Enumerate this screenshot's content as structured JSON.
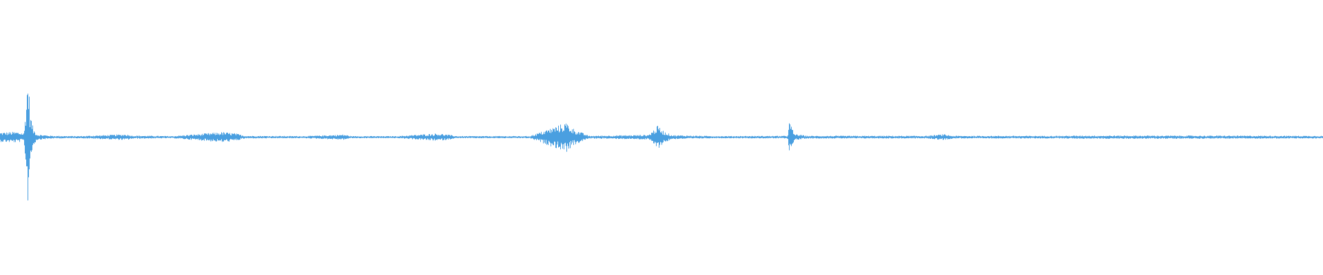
{
  "waveform": {
    "color": "#4a9fe0",
    "baseline_color": "#5aa9e6",
    "background": "#ffffff",
    "envelope": [
      [
        0.0,
        0.035
      ],
      [
        0.012,
        0.04
      ],
      [
        0.018,
        0.03
      ],
      [
        0.021,
        0.5
      ],
      [
        0.0225,
        0.18
      ],
      [
        0.025,
        0.06
      ],
      [
        0.028,
        0.02
      ],
      [
        0.04,
        0.01
      ],
      [
        0.06,
        0.008
      ],
      [
        0.095,
        0.022
      ],
      [
        0.1,
        0.012
      ],
      [
        0.13,
        0.008
      ],
      [
        0.158,
        0.03
      ],
      [
        0.168,
        0.038
      ],
      [
        0.178,
        0.028
      ],
      [
        0.185,
        0.01
      ],
      [
        0.23,
        0.008
      ],
      [
        0.26,
        0.02
      ],
      [
        0.265,
        0.008
      ],
      [
        0.3,
        0.008
      ],
      [
        0.33,
        0.028
      ],
      [
        0.338,
        0.02
      ],
      [
        0.345,
        0.008
      ],
      [
        0.4,
        0.008
      ],
      [
        0.428,
        0.11
      ],
      [
        0.432,
        0.07
      ],
      [
        0.437,
        0.045
      ],
      [
        0.445,
        0.01
      ],
      [
        0.475,
        0.015
      ],
      [
        0.49,
        0.018
      ],
      [
        0.497,
        0.085
      ],
      [
        0.502,
        0.04
      ],
      [
        0.508,
        0.015
      ],
      [
        0.54,
        0.008
      ],
      [
        0.595,
        0.01
      ],
      [
        0.5965,
        0.12
      ],
      [
        0.6,
        0.025
      ],
      [
        0.61,
        0.01
      ],
      [
        0.7,
        0.01
      ],
      [
        0.713,
        0.022
      ],
      [
        0.72,
        0.01
      ],
      [
        0.8,
        0.01
      ],
      [
        0.82,
        0.012
      ],
      [
        0.875,
        0.012
      ],
      [
        0.95,
        0.011
      ],
      [
        1.0,
        0.01
      ]
    ]
  }
}
